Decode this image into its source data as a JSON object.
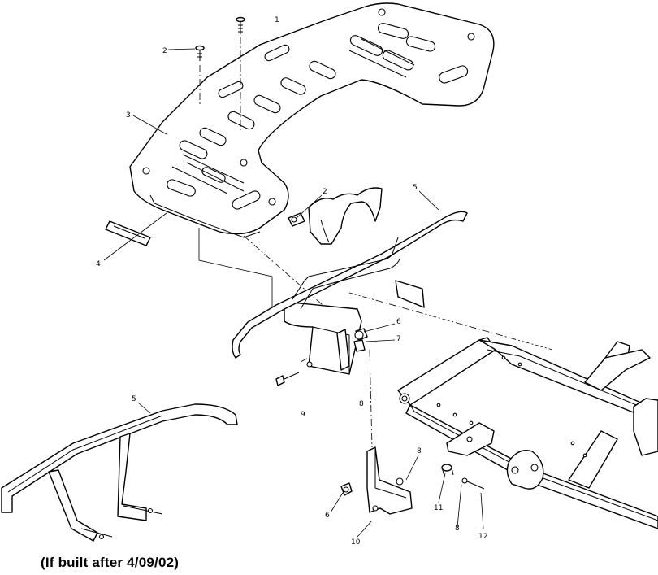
{
  "callouts": [
    {
      "id": "c1",
      "label": "1"
    },
    {
      "id": "c2a",
      "label": "2"
    },
    {
      "id": "c2b",
      "label": "2"
    },
    {
      "id": "c3",
      "label": "3"
    },
    {
      "id": "c4",
      "label": "4"
    },
    {
      "id": "c5a",
      "label": "5"
    },
    {
      "id": "c5b",
      "label": "5"
    },
    {
      "id": "c6a",
      "label": "6"
    },
    {
      "id": "c6b",
      "label": "6"
    },
    {
      "id": "c7",
      "label": "7"
    },
    {
      "id": "c8a",
      "label": "8"
    },
    {
      "id": "c8b",
      "label": "8"
    },
    {
      "id": "c8c",
      "label": "8"
    },
    {
      "id": "c9",
      "label": "9"
    },
    {
      "id": "c10",
      "label": "10"
    },
    {
      "id": "c11",
      "label": "11"
    },
    {
      "id": "c12",
      "label": "12"
    }
  ],
  "note": "(If built after 4/09/02)"
}
